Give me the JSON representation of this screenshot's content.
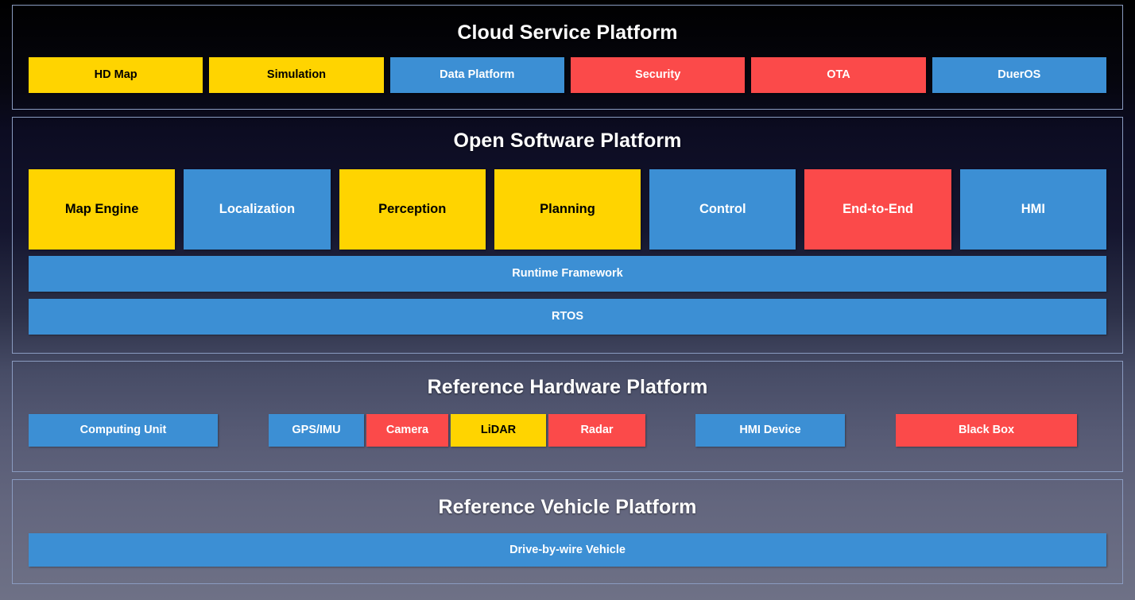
{
  "colors": {
    "yellow": "#ffd400",
    "blue": "#3c8fd4",
    "red": "#fb4a4a",
    "panel_border": "#8a9bc0",
    "title_text": "#ffffff"
  },
  "layers": [
    {
      "id": "cloud-service-platform",
      "title": "Cloud Service Platform",
      "modules": [
        {
          "label": "HD Map",
          "color": "yellow"
        },
        {
          "label": "Simulation",
          "color": "yellow"
        },
        {
          "label": "Data Platform",
          "color": "blue"
        },
        {
          "label": "Security",
          "color": "red"
        },
        {
          "label": "OTA",
          "color": "red"
        },
        {
          "label": "DuerOS",
          "color": "blue"
        }
      ]
    },
    {
      "id": "open-software-platform",
      "title": "Open Software Platform",
      "modules": [
        {
          "label": "Map Engine",
          "color": "yellow"
        },
        {
          "label": "Localization",
          "color": "blue"
        },
        {
          "label": "Perception",
          "color": "yellow"
        },
        {
          "label": "Planning",
          "color": "yellow"
        },
        {
          "label": "Control",
          "color": "blue"
        },
        {
          "label": "End-to-End",
          "color": "red"
        },
        {
          "label": "HMI",
          "color": "blue"
        }
      ],
      "bars": [
        {
          "label": "Runtime Framework",
          "color": "blue"
        },
        {
          "label": "RTOS",
          "color": "blue"
        }
      ]
    },
    {
      "id": "reference-hardware-platform",
      "title": "Reference Hardware Platform",
      "modules": [
        {
          "label": "Computing Unit",
          "color": "blue"
        },
        {
          "label": "GPS/IMU",
          "color": "blue"
        },
        {
          "label": "Camera",
          "color": "red"
        },
        {
          "label": "LiDAR",
          "color": "yellow"
        },
        {
          "label": "Radar",
          "color": "red"
        },
        {
          "label": "HMI Device",
          "color": "blue"
        },
        {
          "label": "Black Box",
          "color": "red"
        }
      ]
    },
    {
      "id": "reference-vehicle-platform",
      "title": "Reference Vehicle Platform",
      "modules": [
        {
          "label": "Drive-by-wire Vehicle",
          "color": "blue"
        }
      ]
    }
  ]
}
